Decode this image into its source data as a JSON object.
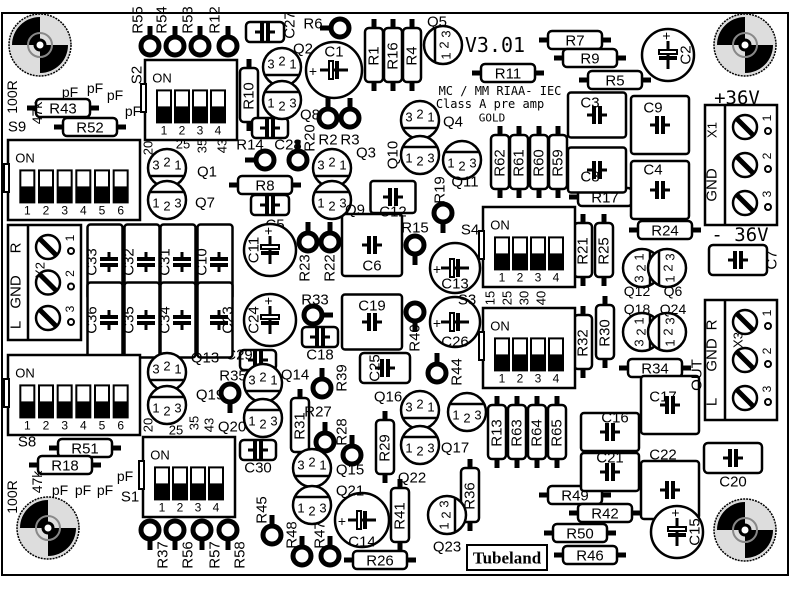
{
  "board": {
    "version": "V3.01",
    "title_line1": "MC / MM RIAA- IEC",
    "title_line2": "Class A pre amp",
    "title_line3": "GOLD",
    "logo": "Tubeland",
    "colors": {
      "ink": "#000000",
      "paper": "#ffffff"
    }
  },
  "power": {
    "plus": "+36V",
    "minus": "- 36V",
    "gnd": "GND"
  },
  "terminals": {
    "X1": {
      "name": "X1",
      "pins": [
        "1",
        "2",
        "3"
      ]
    },
    "X2": {
      "name": "X2",
      "pins": [
        "1",
        "2",
        "3"
      ],
      "r": "R",
      "gnd": "GND",
      "l": "L"
    },
    "X3": {
      "name": "X3",
      "pins": [
        "1",
        "2",
        "3"
      ],
      "r": "R",
      "gnd": "GND",
      "l": "L",
      "out": "OUT"
    }
  },
  "switches": {
    "S1": {
      "name": "S1",
      "on": "ON",
      "positions": [
        "1",
        "2",
        "3",
        "4"
      ]
    },
    "S2": {
      "name": "S2",
      "on": "ON",
      "positions": [
        "1",
        "2",
        "3",
        "4"
      ]
    },
    "S3": {
      "name": "S3",
      "on": "ON",
      "positions": [
        "1",
        "2",
        "3",
        "4"
      ]
    },
    "S4": {
      "name": "S4",
      "on": "ON",
      "positions": [
        "1",
        "2",
        "3",
        "4"
      ]
    },
    "S8": {
      "name": "S8",
      "on": "ON",
      "positions": [
        "1",
        "2",
        "3",
        "4",
        "5",
        "6"
      ]
    },
    "S9": {
      "name": "S9",
      "on": "ON",
      "positions": [
        "1",
        "2",
        "3",
        "4",
        "5",
        "6"
      ]
    }
  },
  "settings": {
    "top_caps": [
      "20",
      "25",
      "35",
      "43"
    ],
    "bottom_caps": [
      "20",
      "25",
      "35",
      "43"
    ],
    "s3_caps": [
      "15",
      "25",
      "30",
      "40"
    ],
    "pf": "pF",
    "r100": "100R",
    "r47k": "47k"
  },
  "labels": {
    "R1": "R1",
    "R2": "R2",
    "R3": "R3",
    "R4": "R4",
    "R5": "R5",
    "R6": "R6",
    "R7": "R7",
    "R8": "R8",
    "R9": "R9",
    "R10": "R10",
    "R11": "R11",
    "R12": "R12",
    "R13": "R13",
    "R14": "R14",
    "R15": "R15",
    "R16": "R16",
    "R17": "R17",
    "R18": "R18",
    "R19": "R19",
    "R20": "R20",
    "R21": "R21",
    "R22": "R22",
    "R23": "R23",
    "R24": "R24",
    "R25": "R25",
    "R26": "R26",
    "R27": "R27",
    "R28": "R28",
    "R29": "R29",
    "R30": "R30",
    "R31": "R31",
    "R32": "R32",
    "R33": "R33",
    "R34": "R34",
    "R35": "R35",
    "R36": "R36",
    "R37": "R37",
    "R39": "R39",
    "R40": "R40",
    "R41": "R41",
    "R42": "R42",
    "R43": "R43",
    "R44": "R44",
    "R45": "R45",
    "R46": "R46",
    "R47": "R47",
    "R48": "R48",
    "R49": "R49",
    "R50": "R50",
    "R51": "R51",
    "R52": "R52",
    "R53": "R53",
    "R54": "R54",
    "R55": "R55",
    "R56": "R56",
    "R57": "R57",
    "R58": "R58",
    "R59": "R59",
    "R60": "R60",
    "R61": "R61",
    "R62": "R62",
    "R63": "R63",
    "R64": "R64",
    "R65": "R65",
    "C1": "C1",
    "C2": "C2",
    "C3": "C3",
    "C4": "C4",
    "C5": "C5",
    "C6": "C6",
    "C7": "C7",
    "C8": "C8",
    "C9": "C9",
    "C10": "C10",
    "C11": "C11",
    "C12": "C12",
    "C13": "C13",
    "C14": "C14",
    "C15": "C15",
    "C16": "C16",
    "C17": "C17",
    "C18": "C18",
    "C19": "C19",
    "C20": "C20",
    "C21": "C21",
    "C22": "C22",
    "C23": "C23",
    "C24": "C24",
    "C25": "C25",
    "C26": "C26",
    "C27": "C27",
    "C28": "C28",
    "C29": "C29",
    "C30": "C30",
    "C31": "C31",
    "C32": "C32",
    "C33": "C33",
    "C34": "C34",
    "C35": "C35",
    "C36": "C36",
    "Q1": "Q1",
    "Q2": "Q2",
    "Q3": "Q3",
    "Q4": "Q4",
    "Q5": "Q5",
    "Q6": "Q6",
    "Q7": "Q7",
    "Q8": "Q8",
    "Q9": "Q9",
    "Q10": "Q10",
    "Q11": "Q11",
    "Q12": "Q12",
    "Q13": "Q13",
    "Q14": "Q14",
    "Q15": "Q15",
    "Q16": "Q16",
    "Q17": "Q17",
    "Q18": "Q18",
    "Q19": "Q19",
    "Q20": "Q20",
    "Q21": "Q21",
    "Q22": "Q22",
    "Q23": "Q23",
    "Q24": "Q24"
  },
  "pins": {
    "p1": "1",
    "p2": "2",
    "p3": "3"
  }
}
